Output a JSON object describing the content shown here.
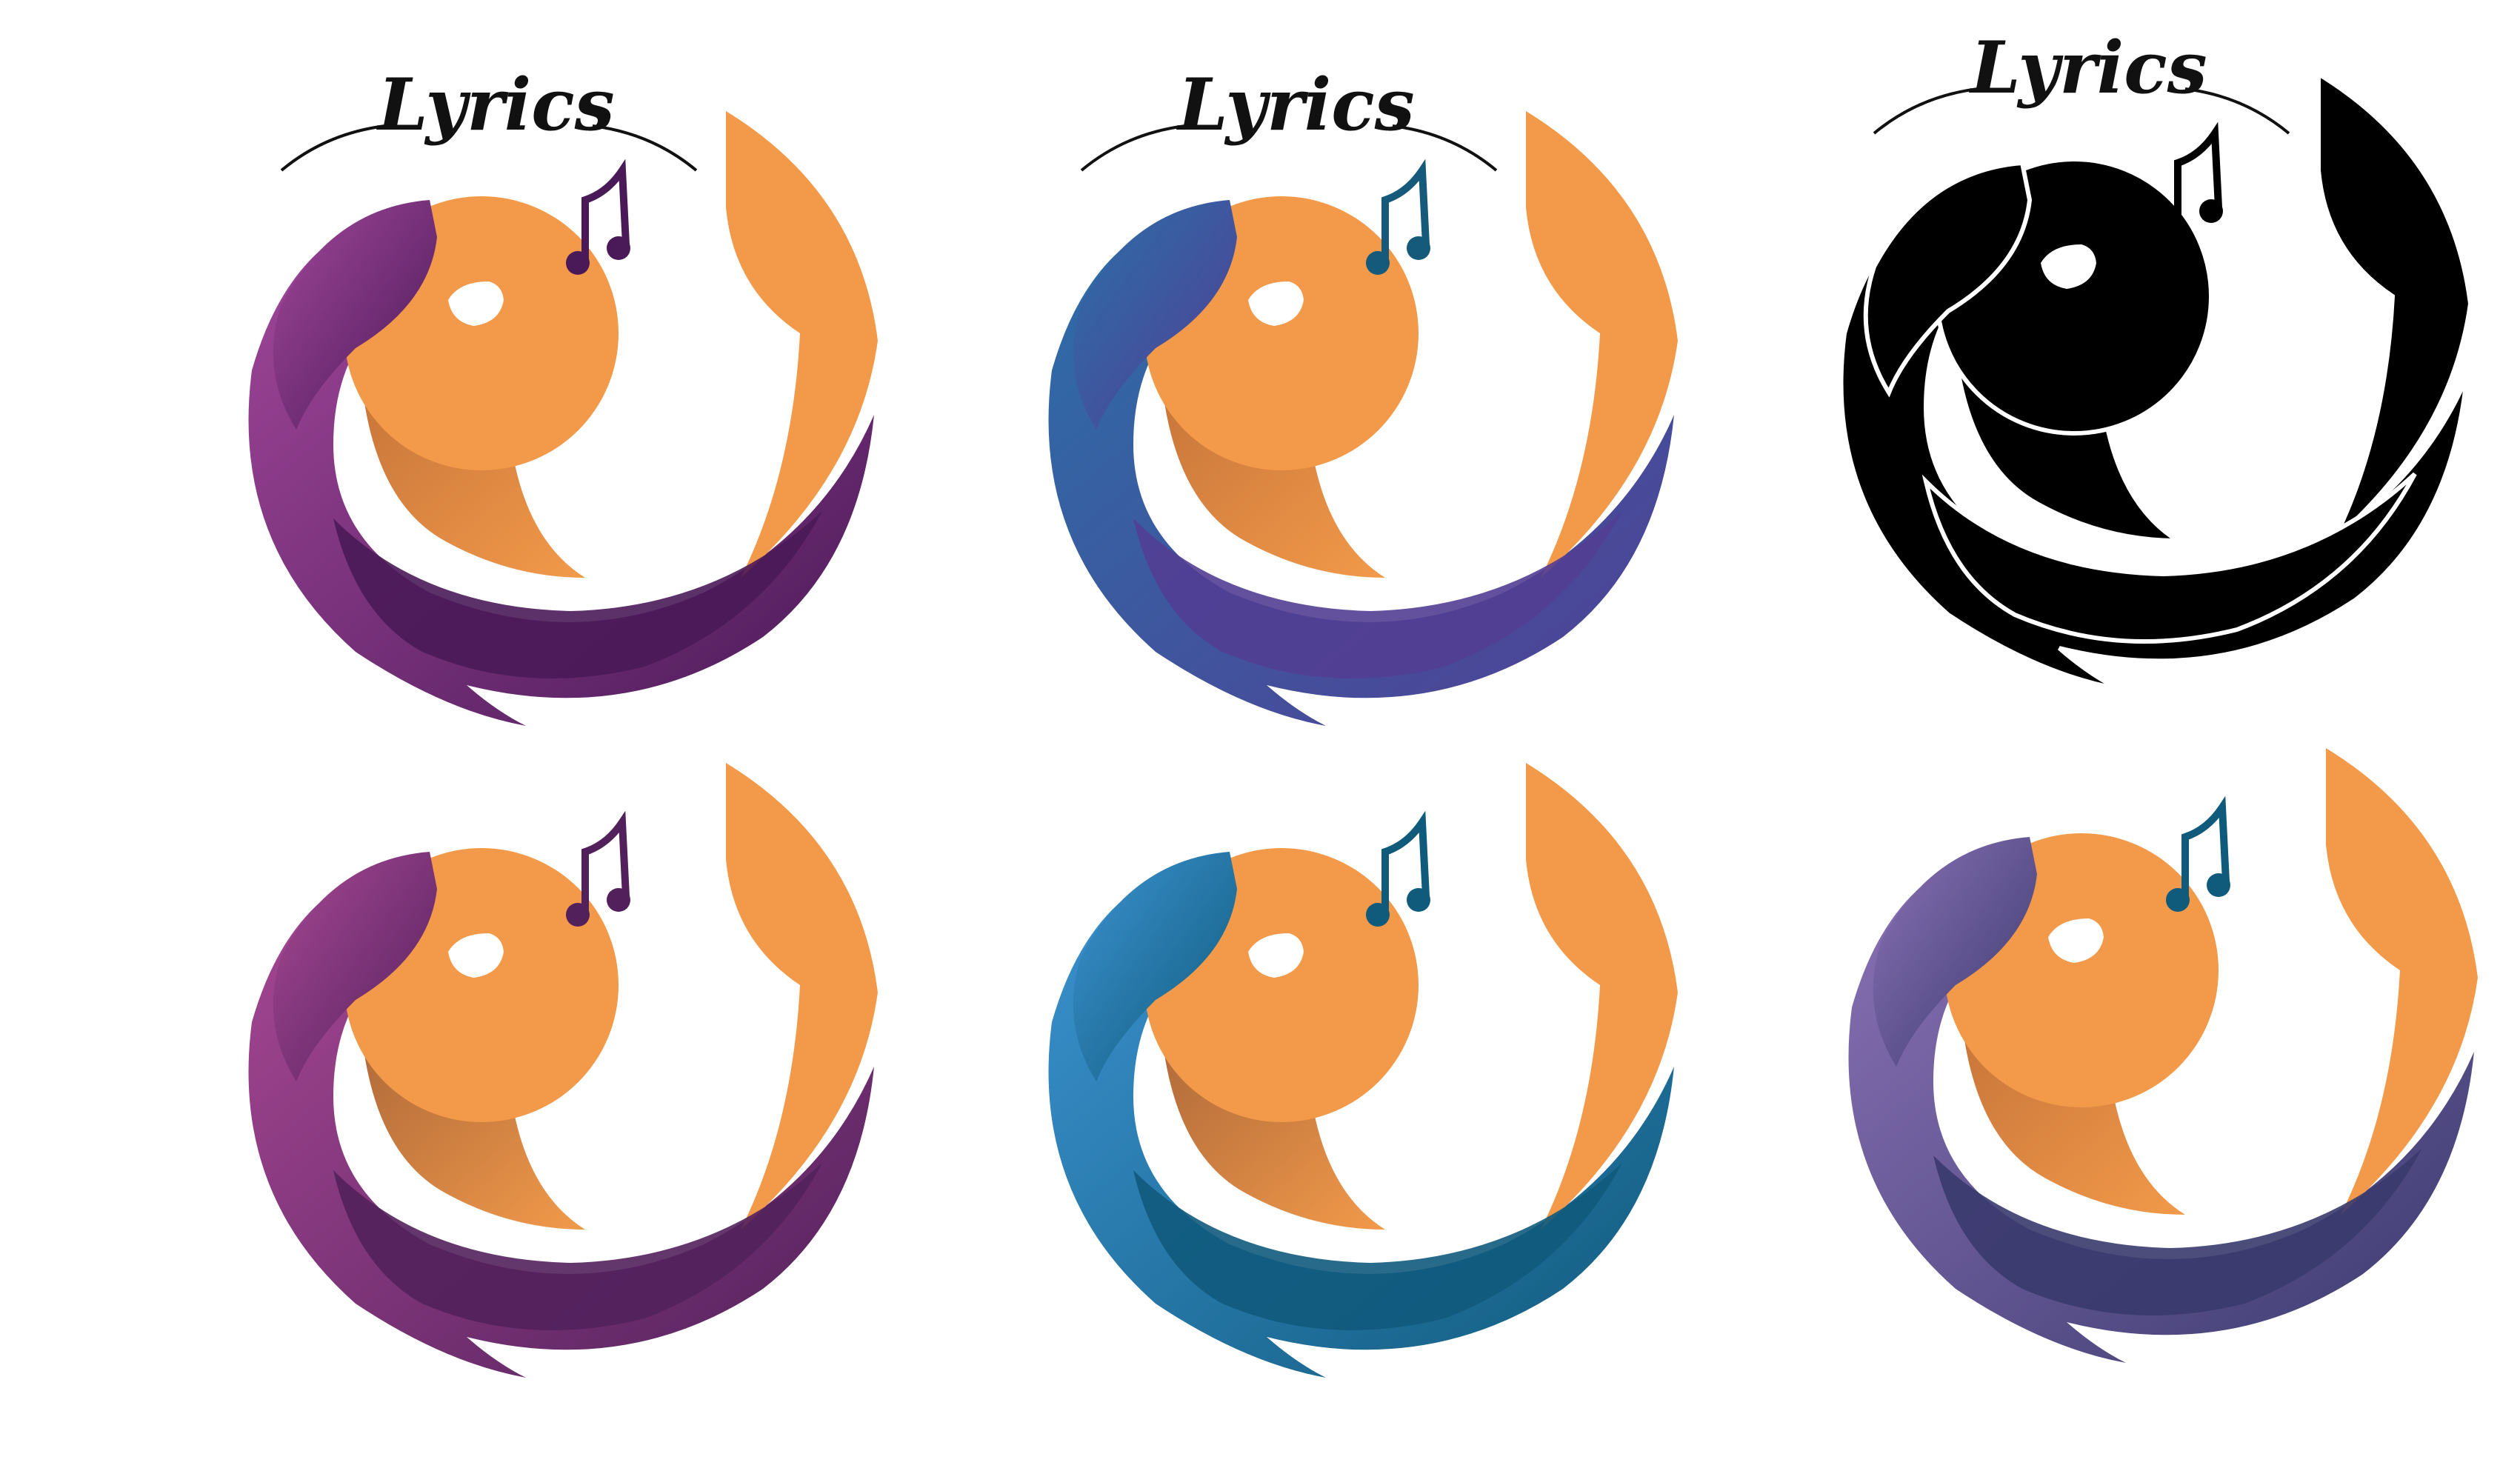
{
  "wordmark": "Lyrics",
  "variants": [
    {
      "id": "purple-gradient",
      "show_wordmark": true,
      "hair_light": "#a2479a",
      "hair_dark": "#4a1a58",
      "note": "#4a1a58",
      "skin": "#f29a4a",
      "skin_shadow": "#c8753a",
      "outline": false
    },
    {
      "id": "blue-gradient",
      "show_wordmark": true,
      "hair_light": "#2b6fa8",
      "hair_dark": "#523e94",
      "note": "#155a7a",
      "skin": "#f29a4a",
      "skin_shadow": "#c8753a",
      "outline": false
    },
    {
      "id": "black-mono",
      "show_wordmark": true,
      "hair_light": "#000000",
      "hair_dark": "#000000",
      "note": "#000000",
      "skin": "#000000",
      "skin_shadow": "#000000",
      "outline": true
    },
    {
      "id": "magenta-flat",
      "show_wordmark": false,
      "hair_light": "#a84894",
      "hair_dark": "#52215c",
      "note": "#52215c",
      "skin": "#f29a4a",
      "skin_shadow": "#b06a3a",
      "outline": false
    },
    {
      "id": "sky-blue-flat",
      "show_wordmark": false,
      "hair_light": "#3c93d1",
      "hair_dark": "#105a7c",
      "note": "#105a7c",
      "skin": "#f29a4a",
      "skin_shadow": "#b06a3a",
      "outline": false
    },
    {
      "id": "violet-blue-gradient",
      "show_wordmark": false,
      "hair_light": "#8b72b6",
      "hair_dark": "#3a3a6e",
      "note": "#105a7c",
      "skin": "#f29a4a",
      "skin_shadow": "#c8753a",
      "outline": false
    }
  ]
}
